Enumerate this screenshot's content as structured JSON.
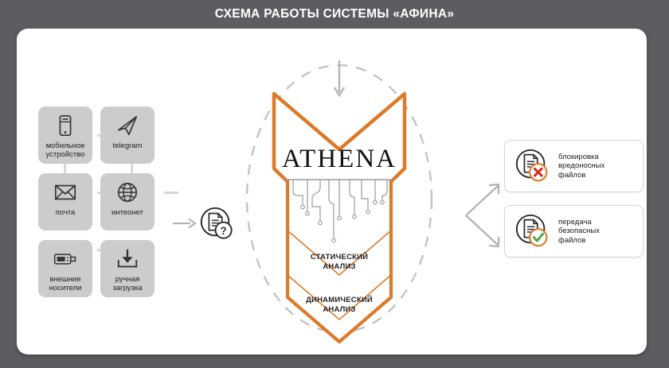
{
  "header": {
    "title": "СХЕМА РАБОТЫ СИСТЕМЫ «АФИНА»"
  },
  "colors": {
    "background": "#5b5d61",
    "panel": "#ffffff",
    "accent_orange": "#dd7a28",
    "card_gray": "#cccccc",
    "line_gray": "#b4b4b4",
    "danger_red": "#d42e1f",
    "success_green": "#5aa84a",
    "text_dark": "#1d1d1d"
  },
  "sources": {
    "items": [
      {
        "id": "mobile",
        "label": "мобильное устройство",
        "icon": "smartphone-icon"
      },
      {
        "id": "telegram",
        "label": "telegram",
        "icon": "paper-plane-icon"
      },
      {
        "id": "mail",
        "label": "почта",
        "icon": "envelope-icon"
      },
      {
        "id": "internet",
        "label": "интеонет",
        "icon": "globe-icon"
      },
      {
        "id": "external",
        "label": "внешние носители",
        "icon": "usb-drive-icon"
      },
      {
        "id": "manual",
        "label": "ручная загрузка",
        "icon": "download-icon"
      }
    ]
  },
  "intake": {
    "icon": "document-question-icon",
    "arrow": "arrow-right-icon"
  },
  "engine": {
    "name": "ATHENA",
    "stages": [
      {
        "id": "static",
        "line1": "СТАТИЧЕСКИЙ",
        "line2": "АНАЛИЗ"
      },
      {
        "id": "dynamic",
        "line1": "ДИНАМИЧЕСКИЙ",
        "line2": "АНАЛИЗ"
      }
    ],
    "inbound_arrow": "arrow-down-icon",
    "orbit": "dashed-ellipse"
  },
  "outcomes": {
    "items": [
      {
        "id": "block",
        "line1": "блокировка",
        "line2": "вредоносных",
        "line3": "файлов",
        "badge": "cross-badge-icon",
        "badge_color": "#d42e1f"
      },
      {
        "id": "pass",
        "line1": "передача",
        "line2": "безопасных",
        "line3": "файлов",
        "badge": "check-badge-icon",
        "badge_color": "#5aa84a"
      }
    ],
    "branch_arrows": [
      "arrow-up-right-icon",
      "arrow-down-right-icon"
    ]
  }
}
